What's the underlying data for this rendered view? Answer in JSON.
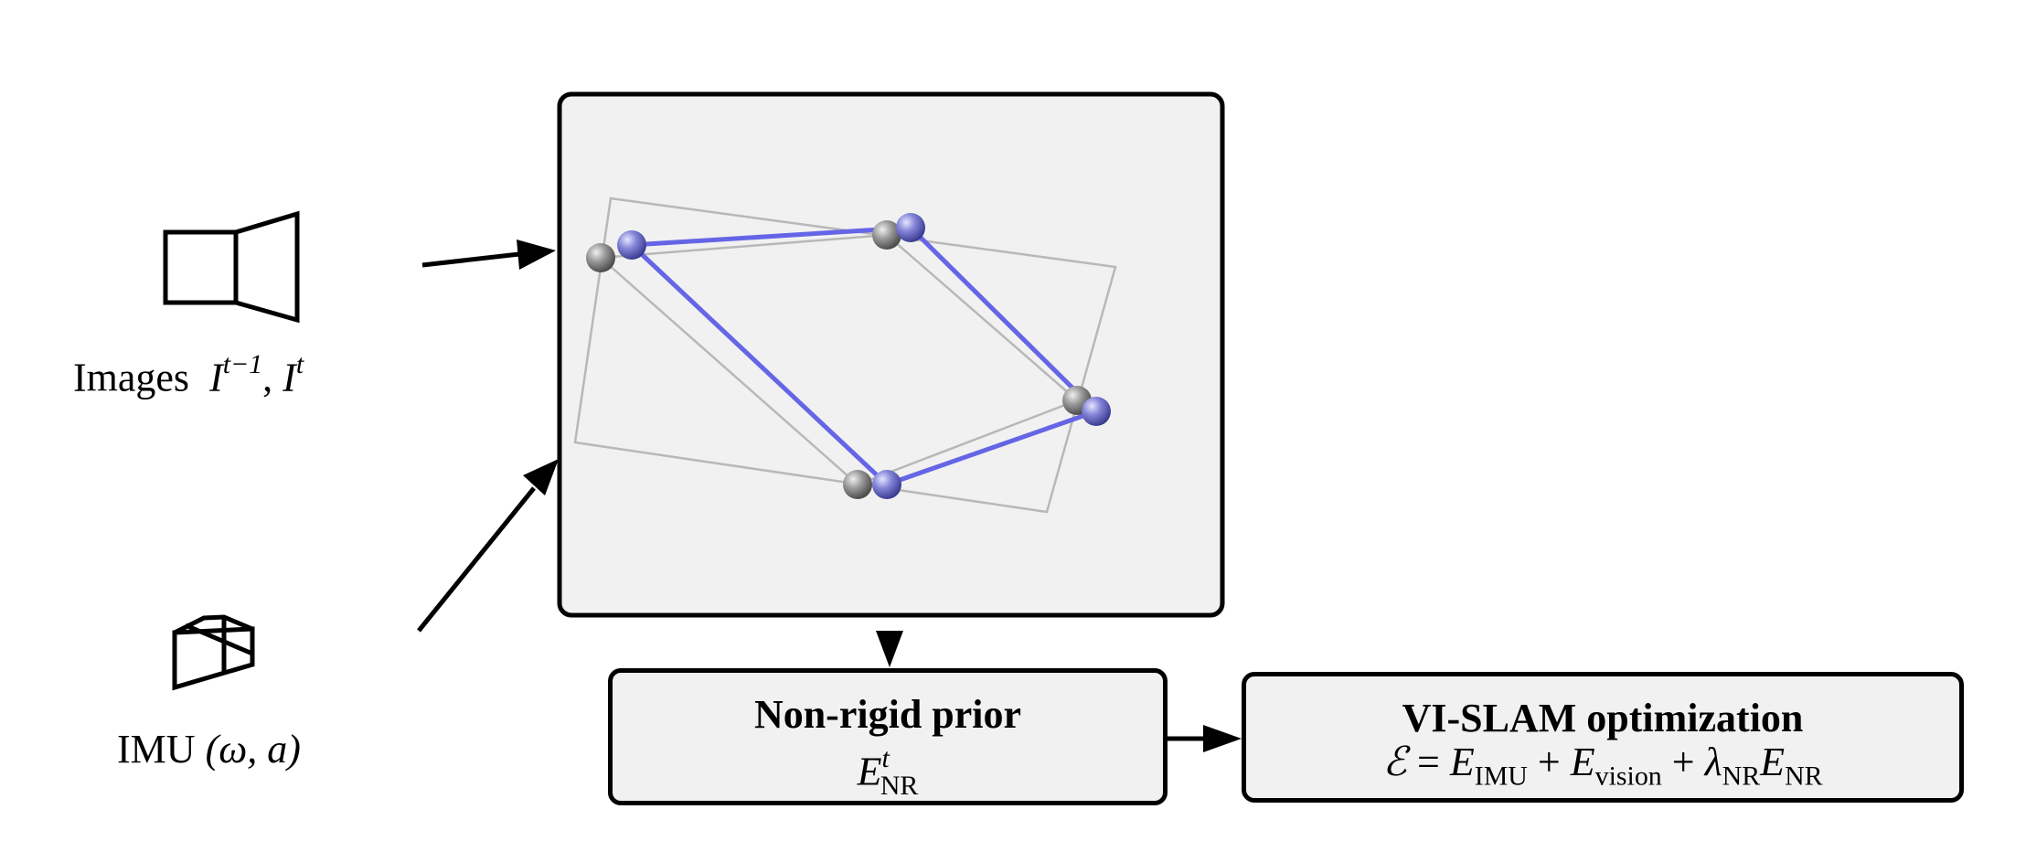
{
  "inputs": {
    "images": {
      "label": "Images",
      "symbol": "I",
      "sup_prev": "t−1",
      "sep": ", ",
      "sup_cur": "t"
    },
    "imu": {
      "label": "IMU",
      "args": "(ω, a)"
    }
  },
  "prior_box": {
    "title": "Non-rigid prior",
    "symbol": "E",
    "sup": "t",
    "sub": "NR"
  },
  "slam_box": {
    "title": "VI-SLAM optimization",
    "lhs": "ℰ",
    "eq": " = ",
    "t1": "E",
    "t1_sub": "IMU",
    "plus1": " + ",
    "t2": "E",
    "t2_sub": "vision",
    "plus2": " + ",
    "lambda": "λ",
    "lambda_sub": "NR",
    "t3": "E",
    "t3_sub": "NR"
  },
  "colors": {
    "panel_bg": "#f1f1f1",
    "deformed_mesh": "#6565e6",
    "rest_mesh": "#b8b8b8",
    "node_blue": "#7a7ad2",
    "node_gray": "#8e8e8e"
  },
  "icons": [
    "camera-icon",
    "imu-cube-icon",
    "arrow-icon",
    "node-sphere-icon"
  ]
}
